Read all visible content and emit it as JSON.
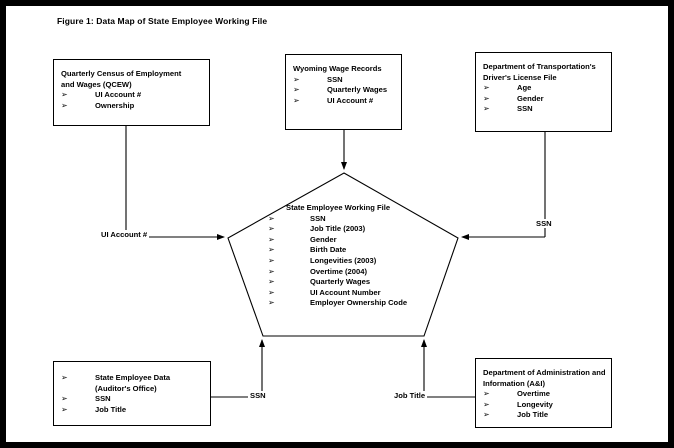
{
  "figure": {
    "title": "Figure 1: Data Map of State Employee Working File"
  },
  "nodes": {
    "qcew": {
      "title_line1": "Quarterly Census of Employment",
      "title_line2": "and Wages (QCEW)",
      "items": [
        "UI Account #",
        "Ownership"
      ]
    },
    "wage_records": {
      "title_line1": "Wyoming Wage Records",
      "items": [
        "SSN",
        "Quarterly Wages",
        "UI Account #"
      ]
    },
    "dot": {
      "title_line1": "Department of Transportation's",
      "title_line2": "Driver's License File",
      "items": [
        "Age",
        "Gender",
        "SSN"
      ]
    },
    "auditor": {
      "items": [
        "State Employee Data",
        "(Auditor's Office)",
        "SSN",
        "Job Title"
      ],
      "bulleted": [
        true,
        false,
        true,
        true
      ]
    },
    "ai": {
      "title_line1": "Department of Administration and",
      "title_line2": "Information (A&I)",
      "items": [
        "Overtime",
        "Longevity",
        "Job Title"
      ]
    },
    "working_file": {
      "title": "State Employee Working File",
      "items": [
        "SSN",
        "Job Title (2003)",
        "Gender",
        "Birth Date",
        "Longevities (2003)",
        "Overtime (2004)",
        "Quarterly Wages",
        "UI Account Number",
        "Employer Ownership Code"
      ]
    }
  },
  "edges": {
    "left_label": "UI Account #",
    "right_label": "SSN",
    "bottom_left_label": "SSN",
    "bottom_right_label": "Job Title"
  },
  "glyphs": {
    "bullet": "➢"
  },
  "colors": {
    "ink": "#000000",
    "paper": "#ffffff",
    "frame": "#000000"
  }
}
